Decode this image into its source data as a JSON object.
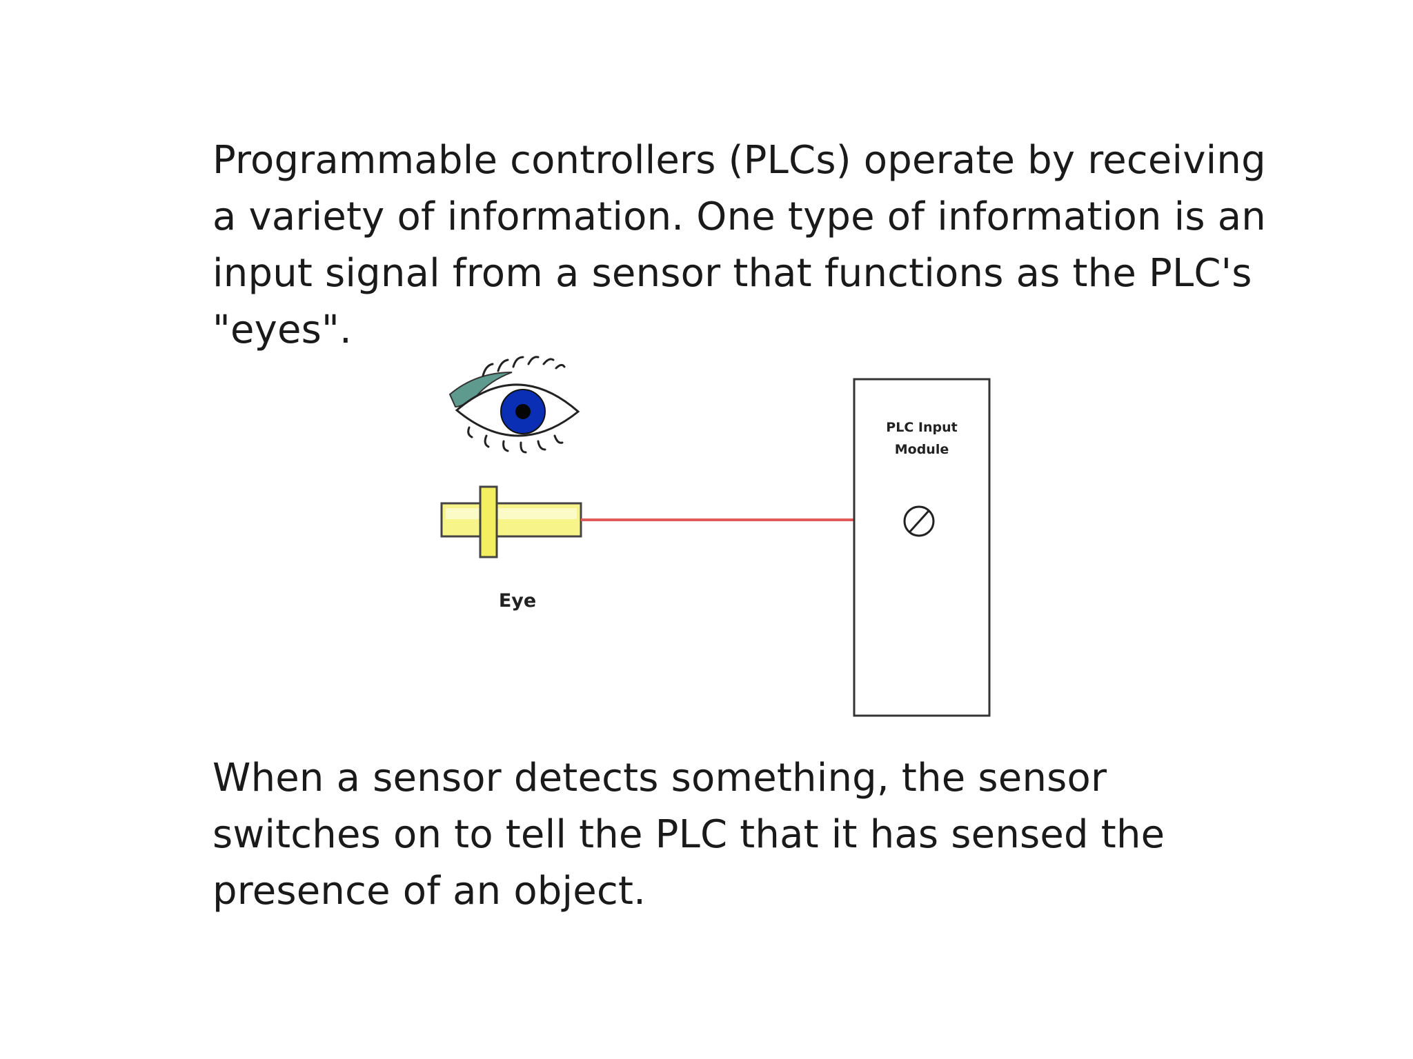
{
  "intro": {
    "lines": [
      "Programmable controllers (PLCs) operate by receiving",
      "a variety of information. One type of information is an",
      "input signal from a sensor that functions as the PLC's",
      "\"eyes\"."
    ]
  },
  "diagram": {
    "sensor_label": "Eye",
    "module_label_line1": "PLC Input",
    "module_label_line2": "Module",
    "icons": {
      "eye": "eye-icon",
      "sensor": "proximity-sensor-icon",
      "terminal": "terminal-screw-icon"
    },
    "colors": {
      "signal_wire": "#e05a5a",
      "sensor_body": "#f7f58a",
      "iris": "#0a2fb4",
      "eyelid": "#5f9a8e"
    }
  },
  "outro": {
    "lines": [
      "When a sensor detects something, the sensor",
      "switches on to tell the PLC that it has sensed the",
      "presence of an object."
    ]
  }
}
